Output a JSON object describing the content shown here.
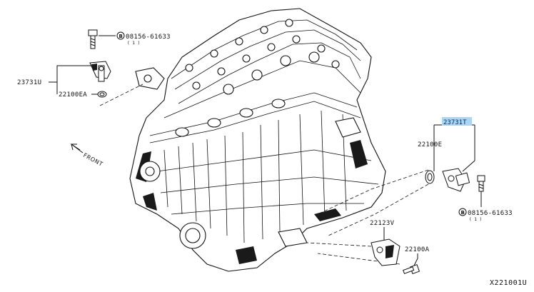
{
  "diagram": {
    "figure_code": "X221001U",
    "front_label": "FRONT",
    "highlight_color": "#a9d6f5",
    "parts": {
      "bolt_top": {
        "part_no": "08156-61633",
        "qty": "( 1 )",
        "symbol": "B"
      },
      "sensor_top": {
        "part_no": "23731U"
      },
      "oring_top": {
        "part_no": "22100EA"
      },
      "sensor_right": {
        "part_no": "23731T"
      },
      "oring_right": {
        "part_no": "22100E"
      },
      "bolt_right": {
        "part_no": "08156-61633",
        "qty": "( 1 )",
        "symbol": "B"
      },
      "bracket": {
        "part_no": "22123V"
      },
      "bracket_bolt": {
        "part_no": "22100A"
      }
    }
  }
}
